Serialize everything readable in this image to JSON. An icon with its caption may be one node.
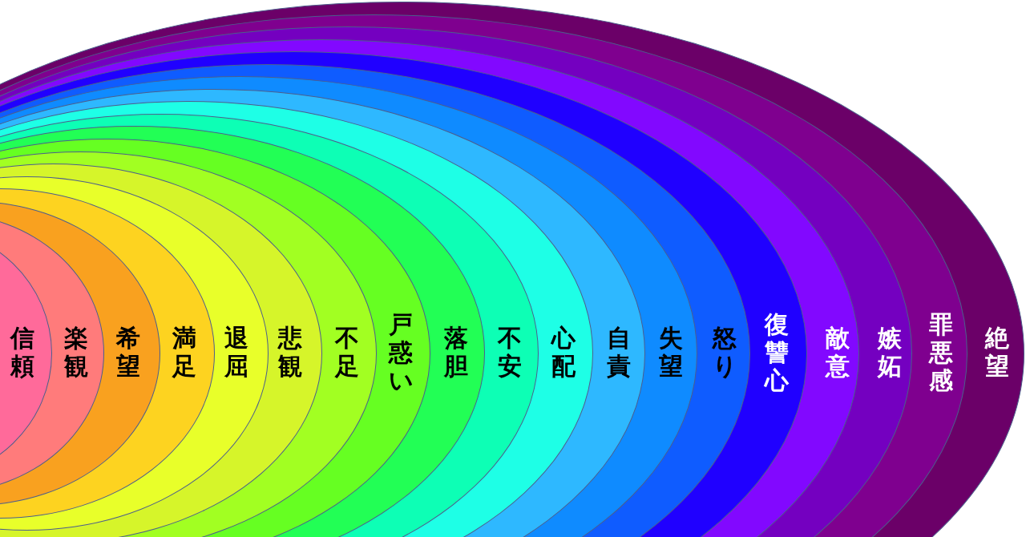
{
  "diagram": {
    "nodes": [
      {
        "text": [
          "絶望"
        ]
      },
      {
        "text": [
          "罪悪感"
        ],
        "in": 0
      },
      {
        "text": [
          "嫉妬"
        ],
        "in": 1
      },
      {
        "text": [
          "敵意"
        ],
        "in": 2
      },
      {
        "text": [
          "復讐心"
        ],
        "in": 3
      },
      {
        "text": [
          "怒り"
        ],
        "in": 4
      },
      {
        "text": [
          "失望"
        ],
        "in": 5
      },
      {
        "text": [
          "自責"
        ],
        "in": 6
      },
      {
        "text": [
          "心配"
        ],
        "in": 7
      },
      {
        "text": [
          "不安"
        ],
        "in": 8
      },
      {
        "text": [
          "落胆"
        ],
        "in": 9
      },
      {
        "text": [
          "戸惑い"
        ],
        "in": 10
      },
      {
        "text": [
          "不足"
        ],
        "in": 11
      },
      {
        "text": [
          "悲観"
        ],
        "in": 12
      },
      {
        "text": [
          "退屈"
        ],
        "in": 13
      },
      {
        "text": [
          "満足"
        ],
        "in": 14
      },
      {
        "text": [
          "希望"
        ],
        "in": 15
      },
      {
        "text": [
          "楽観"
        ],
        "in": 16
      },
      {
        "text": [
          "信頼"
        ],
        "in": 17
      }
    ]
  }
}
